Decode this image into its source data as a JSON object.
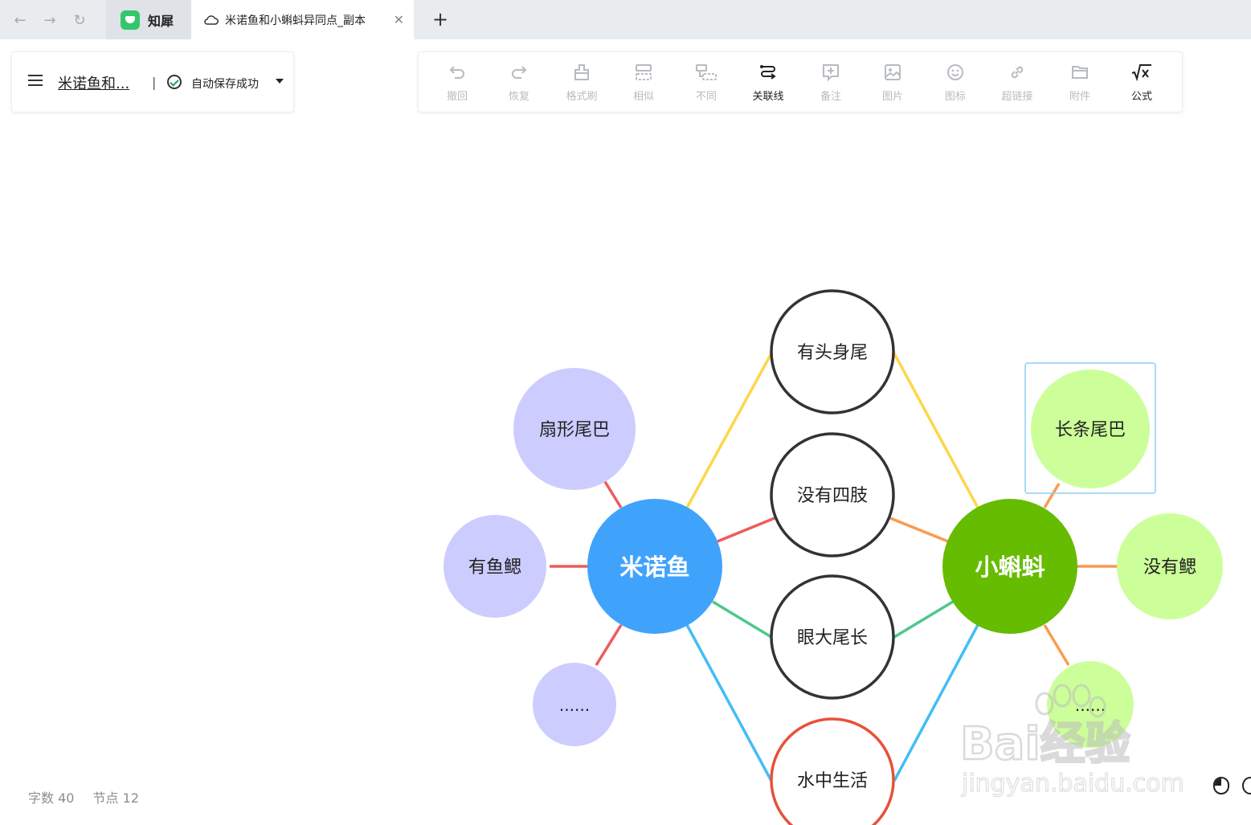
{
  "browser": {
    "app_tab_label": "知犀",
    "doc_tab_title": "米诺鱼和小蝌蚪异同点_副本",
    "nav": [
      "back-icon",
      "forward-icon",
      "refresh-icon"
    ]
  },
  "document": {
    "name": "米诺鱼和...",
    "separator": "|",
    "save_status": "自动保存成功"
  },
  "toolbar": {
    "items": [
      {
        "label": "撤回",
        "icon": "undo-icon",
        "active": false
      },
      {
        "label": "恢复",
        "icon": "redo-icon",
        "active": false
      },
      {
        "label": "格式刷",
        "icon": "format-brush-icon",
        "active": false
      },
      {
        "label": "相似",
        "icon": "similar-icon",
        "active": false
      },
      {
        "label": "不同",
        "icon": "different-icon",
        "active": false
      },
      {
        "label": "关联线",
        "icon": "relation-line-icon",
        "active": true
      },
      {
        "label": "备注",
        "icon": "note-icon",
        "active": false
      },
      {
        "label": "图片",
        "icon": "image-icon",
        "active": false
      },
      {
        "label": "图标",
        "icon": "emoji-icon",
        "active": false
      },
      {
        "label": "超链接",
        "icon": "link-icon",
        "active": false
      },
      {
        "label": "附件",
        "icon": "folder-icon",
        "active": false
      },
      {
        "label": "公式",
        "icon": "formula-icon",
        "active": true
      }
    ]
  },
  "mindmap": {
    "left_center": {
      "text": "米诺鱼",
      "color": "#3fa3fc"
    },
    "right_center": {
      "text": "小蝌蚪",
      "color": "#65bc00"
    },
    "left_leaves": [
      "扇形尾巴",
      "有鱼鳃",
      "......"
    ],
    "right_leaves": [
      "长条尾巴",
      "没有鳃",
      "......"
    ],
    "shared": [
      "有头身尾",
      "没有四肢",
      "眼大尾长",
      "水中生活"
    ],
    "left_leaf_color": "#cdccff",
    "right_leaf_color": "#ccff99"
  },
  "footer": {
    "word_count": "字数 40",
    "node_count": "节点 12"
  },
  "watermark": {
    "brand": "Bai经验",
    "url": "jingyan.baidu.com"
  }
}
